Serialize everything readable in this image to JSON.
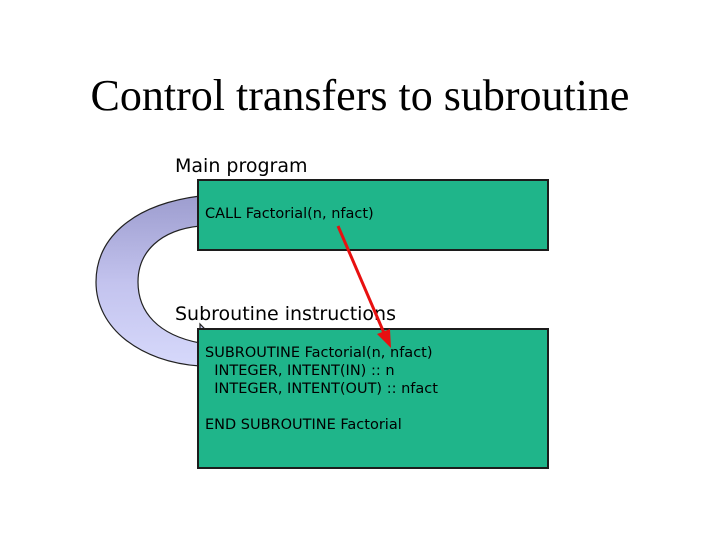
{
  "title": "Control transfers to subroutine",
  "main_program": {
    "label": "Main program",
    "code": "CALL Factorial(n, nfact)"
  },
  "subroutine": {
    "label": "Subroutine instructions",
    "code_lines": [
      "SUBROUTINE Factorial(n, nfact)",
      "  INTEGER, INTENT(IN) :: n",
      "  INTEGER, INTENT(OUT) :: nfact"
    ],
    "end_line": "END SUBROUTINE Factorial"
  },
  "colors": {
    "box_fill": "#1fb58a",
    "arrow_red": "#e81010",
    "curve_top": "#a8a8d8",
    "curve_bottom": "#d6d9ff"
  }
}
